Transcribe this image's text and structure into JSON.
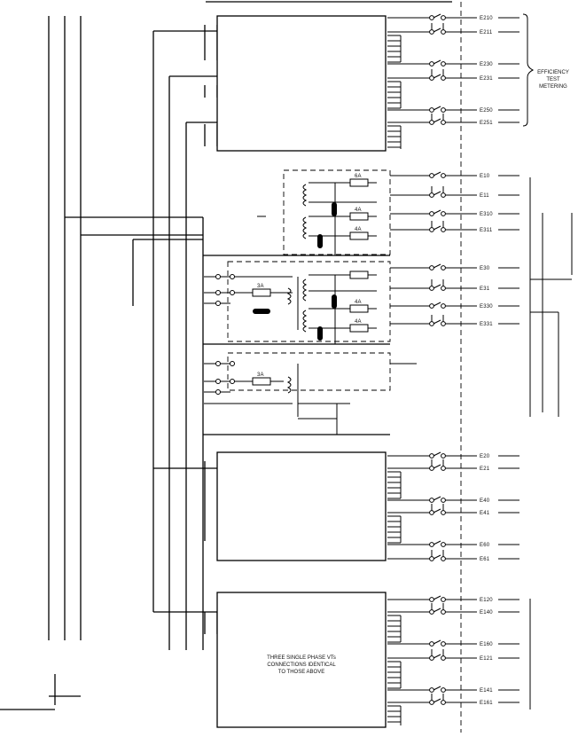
{
  "metering_label": [
    "EFFICIENCY",
    "TEST",
    "METERING"
  ],
  "box_note": [
    "THREE SINGLE PHASE VTs",
    "CONNECTIONS IDENTICAL",
    "TO THOSE ABOVE"
  ],
  "terminal_labels": {
    "group1": [
      "E210",
      "E211",
      "E230",
      "E231",
      "E250",
      "E251"
    ],
    "group2": [
      "E10",
      "E11",
      "E310",
      "E311"
    ],
    "group3": [
      "E30",
      "E31",
      "E330",
      "E331"
    ],
    "group4": [
      "E20",
      "E21",
      "E40",
      "E41",
      "E60",
      "E61"
    ],
    "group5": [
      "E120",
      "E140",
      "E160",
      "E121",
      "E141",
      "E161"
    ]
  },
  "fuse_ratings": {
    "upper_vt": [
      "6A",
      "4A",
      "4A"
    ],
    "upper_secondary": "3A",
    "lower_vt": [
      "4A",
      "4A"
    ],
    "lower_secondary": "3A"
  }
}
